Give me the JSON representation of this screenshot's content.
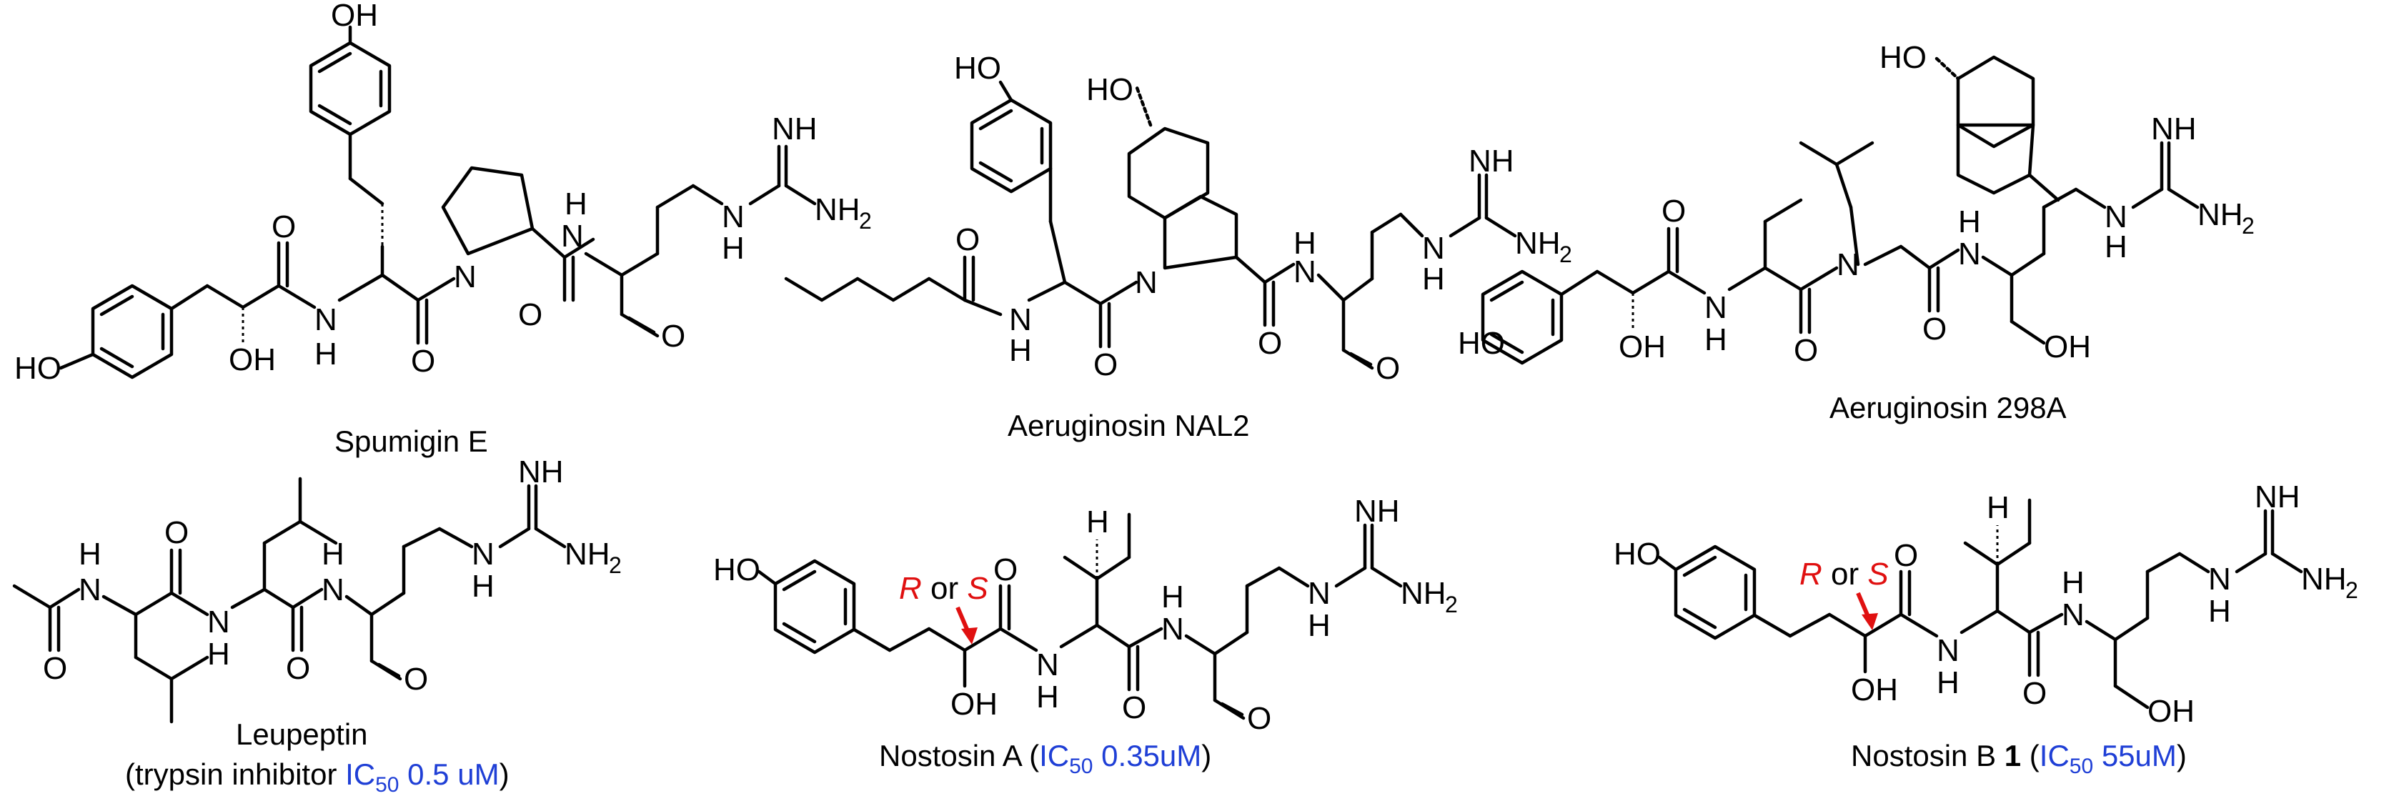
{
  "compounds": [
    {
      "name": "Spumigin E",
      "note": ""
    },
    {
      "name": "Aeruginosin NAL2",
      "note": ""
    },
    {
      "name": "Aeruginosin 298A",
      "note": ""
    },
    {
      "name": "Leupeptin",
      "note_prefix": "(trypsin inhibitor ",
      "note_ic": "IC",
      "note_sub": "50",
      "note_value": " 0.5 uM",
      "note_suffix": ")"
    },
    {
      "name": "Nostosin A",
      "note_prefix": " (",
      "note_ic": "IC",
      "note_sub": "50",
      "note_value": " 0.35uM",
      "note_suffix": ")"
    },
    {
      "name": "Nostosin B ",
      "name_bold": "1",
      "note_prefix": " (",
      "note_ic": "IC",
      "note_sub": "50",
      "note_value": " 55uM",
      "note_suffix": ")"
    }
  ],
  "atoms": {
    "OH": "OH",
    "HO": "HO",
    "O": "O",
    "N": "N",
    "H": "H",
    "NH": "NH",
    "NH2": "NH",
    "sub2": "2"
  },
  "stereo_annotation": {
    "r": "R",
    "or": " or ",
    "s": "S"
  },
  "colors": {
    "ic50": "#1f3fd6",
    "stereo": "#e01010"
  }
}
